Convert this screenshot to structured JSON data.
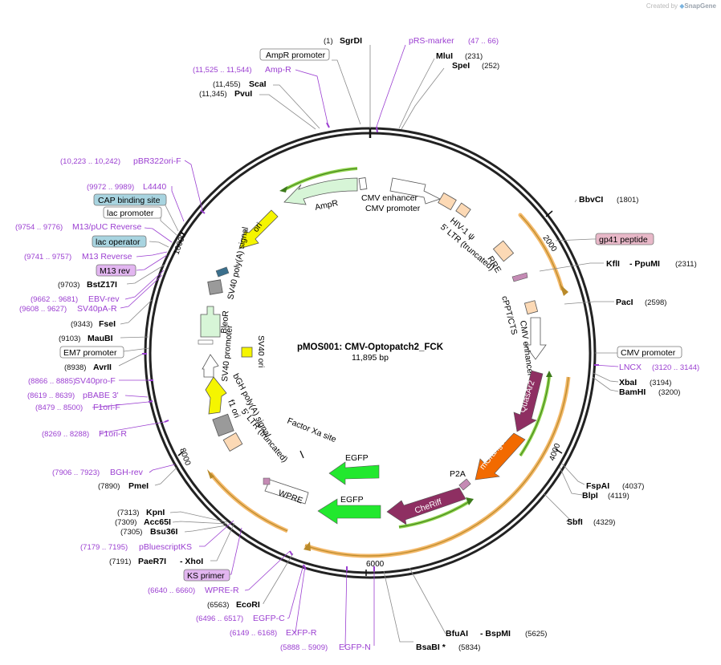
{
  "credit": {
    "prefix": "Created by",
    "brand": "SnapGene"
  },
  "plasmid": {
    "name": "pMOS001: CMV-Optopatch2_FCK",
    "size": "11,895 bp"
  },
  "ticks": [
    "2000",
    "4000",
    "6000",
    "8000",
    "10000"
  ],
  "enzymes": [
    {
      "name": "SgrDI",
      "pos": "(1)"
    },
    {
      "name": "MluI",
      "pos": "(231)"
    },
    {
      "name": "SpeI",
      "pos": "(252)"
    },
    {
      "name": "BbvCI",
      "pos": "(1801)"
    },
    {
      "name": "KflI",
      "name2": "PpuMI",
      "pos": "(2311)"
    },
    {
      "name": "PacI",
      "pos": "(2598)"
    },
    {
      "name": "XbaI",
      "pos": "(3194)"
    },
    {
      "name": "BamHI",
      "pos": "(3200)"
    },
    {
      "name": "FspAI",
      "pos": "(4037)"
    },
    {
      "name": "BlpI",
      "pos": "(4119)"
    },
    {
      "name": "SbfI",
      "pos": "(4329)"
    },
    {
      "name": "BfuAI",
      "name2": "BspMI",
      "pos": "(5625)"
    },
    {
      "name": "BsaBI",
      "suffix": "*",
      "pos": "(5834)"
    },
    {
      "name": "EcoRI",
      "pos": "(6563)"
    },
    {
      "name": "PaeR7I",
      "name2": "XhoI",
      "pos": "(7191)"
    },
    {
      "name": "KpnI",
      "pos": "(7313)"
    },
    {
      "name": "Acc65I",
      "pos": "(7309)"
    },
    {
      "name": "Bsu36I",
      "pos": "(7305)"
    },
    {
      "name": "PmeI",
      "pos": "(7890)"
    },
    {
      "name": "AvrII",
      "pos": "(8938)"
    },
    {
      "name": "MauBI",
      "pos": "(9103)"
    },
    {
      "name": "FseI",
      "pos": "(9343)"
    },
    {
      "name": "BstZ17I",
      "pos": "(9703)"
    },
    {
      "name": "PvuI",
      "pos": "(11,345)"
    },
    {
      "name": "ScaI",
      "pos": "(11,455)"
    }
  ],
  "primers": [
    {
      "name": "pRS-marker",
      "pos": "(47 .. 66)"
    },
    {
      "name": "Amp-R",
      "pos": "(11,525 .. 11,544)"
    },
    {
      "name": "pBR322ori-F",
      "pos": "(10,223 .. 10,242)"
    },
    {
      "name": "L4440",
      "pos": "(9972 .. 9989)"
    },
    {
      "name": "M13/pUC Reverse",
      "pos": "(9754 .. 9776)"
    },
    {
      "name": "M13 Reverse",
      "pos": "(9741 .. 9757)"
    },
    {
      "name": "EBV-rev",
      "pos": "(9662 .. 9681)"
    },
    {
      "name": "SV40pA-R",
      "pos": "(9608 .. 9627)"
    },
    {
      "name": "SV40pro-F",
      "pos": "(8866 .. 8885)"
    },
    {
      "name": "pBABE 3'",
      "pos": "(8619 .. 8639)"
    },
    {
      "name": "F1ori-F",
      "pos": "(8479 .. 8500)"
    },
    {
      "name": "F1ori-R",
      "pos": "(8269 .. 8288)"
    },
    {
      "name": "BGH-rev",
      "pos": "(7906 .. 7923)"
    },
    {
      "name": "pBluescriptKS",
      "pos": "(7179 .. 7195)"
    },
    {
      "name": "WPRE-R",
      "pos": "(6640 .. 6660)"
    },
    {
      "name": "EGFP-C",
      "pos": "(6496 .. 6517)"
    },
    {
      "name": "EXFP-R",
      "pos": "(6149 .. 6168)"
    },
    {
      "name": "EGFP-N",
      "pos": "(5888 .. 5909)"
    },
    {
      "name": "LNCX",
      "pos": "(3120 .. 3144)"
    }
  ],
  "boxed": {
    "ampr_promoter": "AmpR promoter",
    "cap_site": "CAP binding site",
    "lac_promoter": "lac promoter",
    "lac_operator": "lac operator",
    "m13_rev": "M13 rev",
    "em7_promoter": "EM7 promoter",
    "gp41": "gp41 peptide",
    "cmv_promoter": "CMV promoter",
    "ks_primer": "KS primer"
  },
  "features": {
    "ampr": "AmpR",
    "ori": "ori",
    "cmv_enhancer": "CMV enhancer",
    "cmv_promoter": "CMV promoter",
    "hiv_psi": "HIV-1 ψ",
    "ltr5": "5' LTR (truncated)",
    "rre": "RRE",
    "cppt": "cPPT/CTS",
    "cmv_enhancer2": "CMV enhancer",
    "quasar2": "QuasAr2",
    "morange2": "mOrange2",
    "p2a": "P2A",
    "cheriff": "CheRiff",
    "egfp1": "EGFP",
    "egfp2": "EGFP",
    "factor_xa": "Factor Xa site",
    "wpre": "WPRE",
    "ltr5b": "5' LTR (truncated)",
    "bgh": "bGH poly(A) signal",
    "f1ori": "f1 ori",
    "sv40promoter": "SV40 promoter",
    "bleor": "BleoR",
    "sv40ori": "SV40 ori",
    "sv40pa": "SV40 poly(A) signal"
  },
  "colors": {
    "backbone": "#222222",
    "enzyme_line": "#8a8a8a",
    "primer": "#9b3fd1",
    "ampr_fill": "#d7f5d7",
    "ori_fill": "#f5f500",
    "egfp_fill": "#22e82e",
    "quasar_fill": "#8e2f62",
    "morange_fill": "#f26a00",
    "ltr_fill": "#fcd9b5",
    "gray_fill": "#9a9a9a",
    "orange_track": "#f4b96a",
    "green_track": "#8fd44a"
  }
}
